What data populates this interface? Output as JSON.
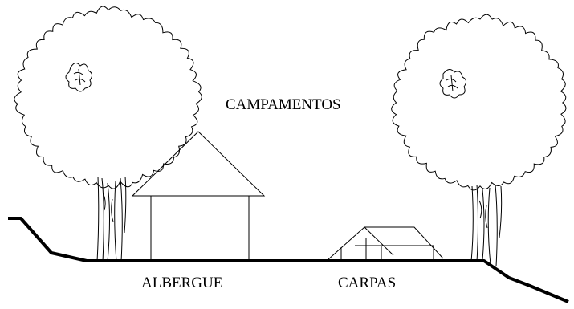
{
  "title": "CAMPAMENTOS",
  "labels": {
    "shelter": "ALBERGUE",
    "tents": "CARPAS"
  },
  "colors": {
    "ink": "#000000",
    "background": "#ffffff"
  }
}
